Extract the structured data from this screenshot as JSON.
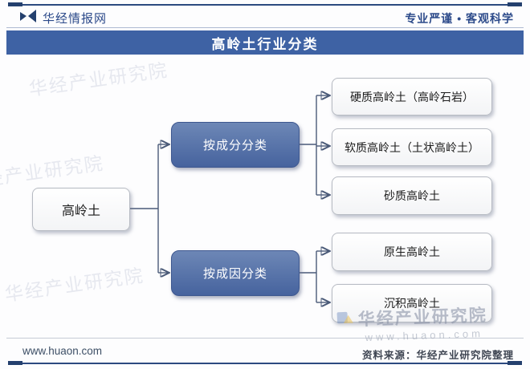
{
  "header": {
    "brand": "华经情报网",
    "slogan": "专业严谨 • 客观科学"
  },
  "title_bar": {
    "title": "高岭土行业分类"
  },
  "diagram": {
    "root": "高岭土",
    "branches": [
      {
        "label": "按成分分类",
        "children": [
          "硬质高岭土（高岭石岩）",
          "软质高岭土（土状高岭土）",
          "砂质高岭土"
        ]
      },
      {
        "label": "按成因分类",
        "children": [
          "原生高岭土",
          "沉积高岭土"
        ]
      }
    ]
  },
  "watermark": {
    "text": "华经产业研究院",
    "url": "www.huaon.com"
  },
  "footer": {
    "website": "www.huaon.com",
    "source": "资料来源：华经产业研究院整理"
  },
  "colors": {
    "accent_navy": "#24406e",
    "title_bar_blue": "#3e62a4",
    "node_blue": "#46639e",
    "connector": "#4a5a78"
  }
}
